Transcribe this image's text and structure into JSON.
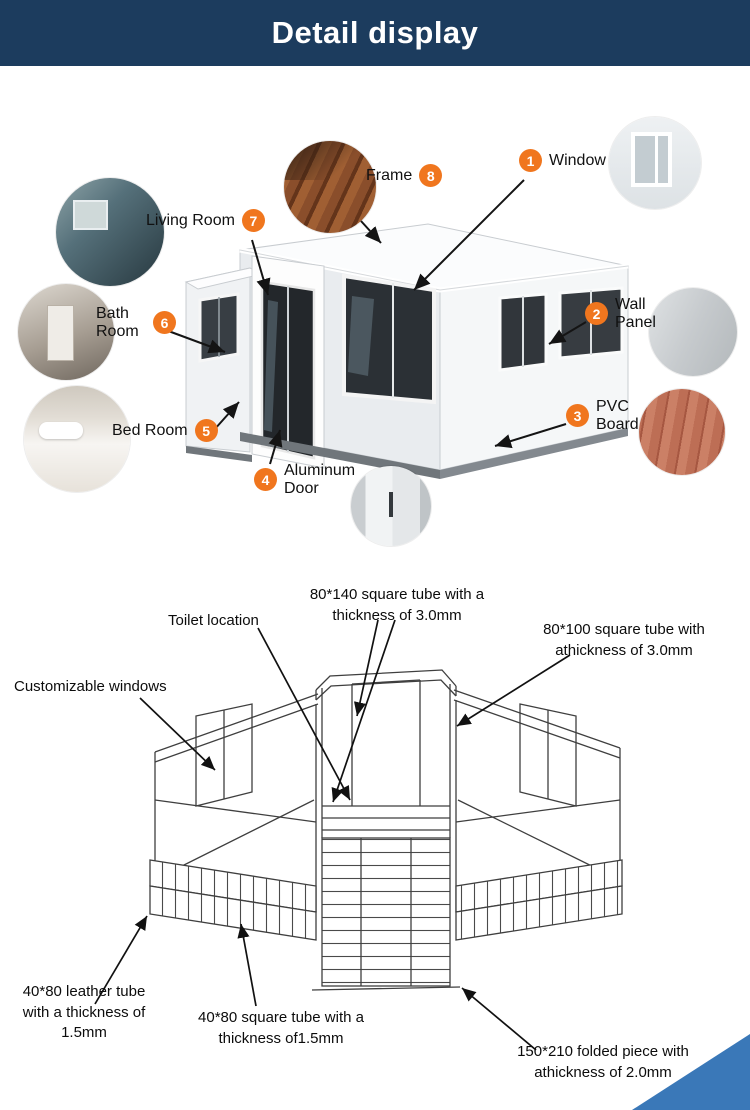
{
  "colors": {
    "badge_orange": "#f0761e",
    "header_navy": "#1c3c5e",
    "corner_blue": "#3a78b8"
  },
  "header": {
    "title": "Detail display"
  },
  "callouts": [
    {
      "num": "1",
      "label": "Window"
    },
    {
      "num": "2",
      "label": "Wall Panel"
    },
    {
      "num": "3",
      "label": "PVC Board"
    },
    {
      "num": "4",
      "label": "Aluminum Door"
    },
    {
      "num": "5",
      "label": "Bed Room"
    },
    {
      "num": "6",
      "label": "Bath Room"
    },
    {
      "num": "7",
      "label": "Living Room"
    },
    {
      "num": "8",
      "label": "Frame"
    }
  ],
  "frame_annotations": {
    "toilet_location": "Toilet location",
    "tube_80_140": "80*140 square tube with a thickness of 3.0mm",
    "tube_80_100": "80*100 square tube with athickness of 3.0mm",
    "customizable_windows": "Customizable windows",
    "leather_tube_40_80": "40*80 leather tube with a thickness of 1.5mm",
    "square_tube_40_80": "40*80 square tube with a thickness of1.5mm",
    "folded_piece_150_210": "150*210 folded piece with athickness of 2.0mm"
  }
}
